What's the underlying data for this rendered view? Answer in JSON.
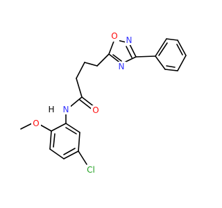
{
  "molecule": {
    "colors": {
      "bond": "#000000",
      "N": "#3333ff",
      "O": "#ff0d0d",
      "Cl": "#1fa01f",
      "background": "#ffffff"
    },
    "labels": {
      "n_oxadiazole_top": "N",
      "o_oxadiazole": "O",
      "n_oxadiazole_bottom": "N",
      "o_carbonyl": "O",
      "n_amide": "N",
      "h_amide": "H",
      "o_methoxy": "O",
      "cl": "Cl"
    }
  }
}
